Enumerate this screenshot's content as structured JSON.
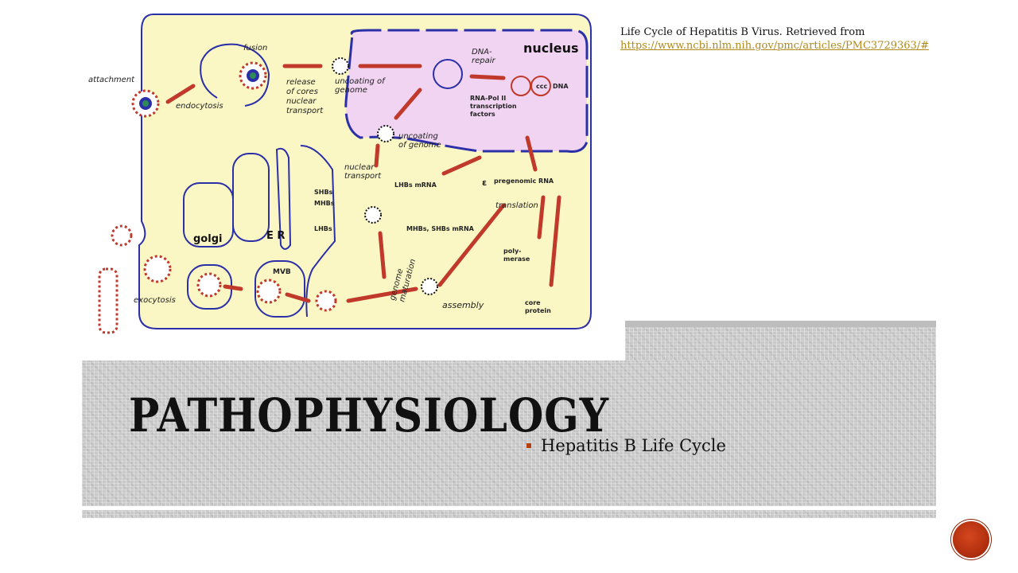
{
  "slide": {
    "title": "PATHOPHYSIOLOGY",
    "bullets": [
      "Hepatitis B Life Cycle"
    ],
    "citation": {
      "text": "Life Cycle of Hepatitis B Virus. Retrieved from",
      "link": "https://www.ncbi.nlm.nih.gov/pmc/articles/PMC3729363/#"
    },
    "accent_color": "#b7410e"
  },
  "diagram": {
    "labels": {
      "attachment": "attachment",
      "fusion": "fusion",
      "endocytosis": "endocytosis",
      "release1": "release",
      "release2": "of cores",
      "release3": "nuclear",
      "release4": "transport",
      "uncoating1_a": "uncoating of",
      "uncoating1_b": "genome",
      "nucleus": "nucleus",
      "dna_repair_a": "DNA-",
      "dna_repair_b": "repair",
      "ccc": "ccc",
      "dna": "DNA",
      "rnapol_a": "RNA-Pol II",
      "rnapol_b": "transcription",
      "rnapol_c": "factors",
      "uncoating2_a": "uncoating",
      "uncoating2_b": "of genome",
      "nuclear_transport_a": "nuclear",
      "nuclear_transport_b": "transport",
      "epsilon": "ε",
      "pregenomic": "pregenomic RNA",
      "lhbs_mrna": "LHBs mRNA",
      "mhbs_shbs_mrna": "MHBs, SHBs mRNA",
      "translation": "translation",
      "poly_a": "poly-",
      "poly_b": "merase",
      "core_a": "core",
      "core_b": "protein",
      "shbs": "SHBs",
      "mhbs": "MHBs",
      "lhbs": "LHBs",
      "golgi": "golgi",
      "er": "E R",
      "mvb": "MVB",
      "genome_maturation_a": "genome",
      "genome_maturation_b": "maturation",
      "assembly": "assembly",
      "exocytosis": "exocytosis"
    }
  }
}
